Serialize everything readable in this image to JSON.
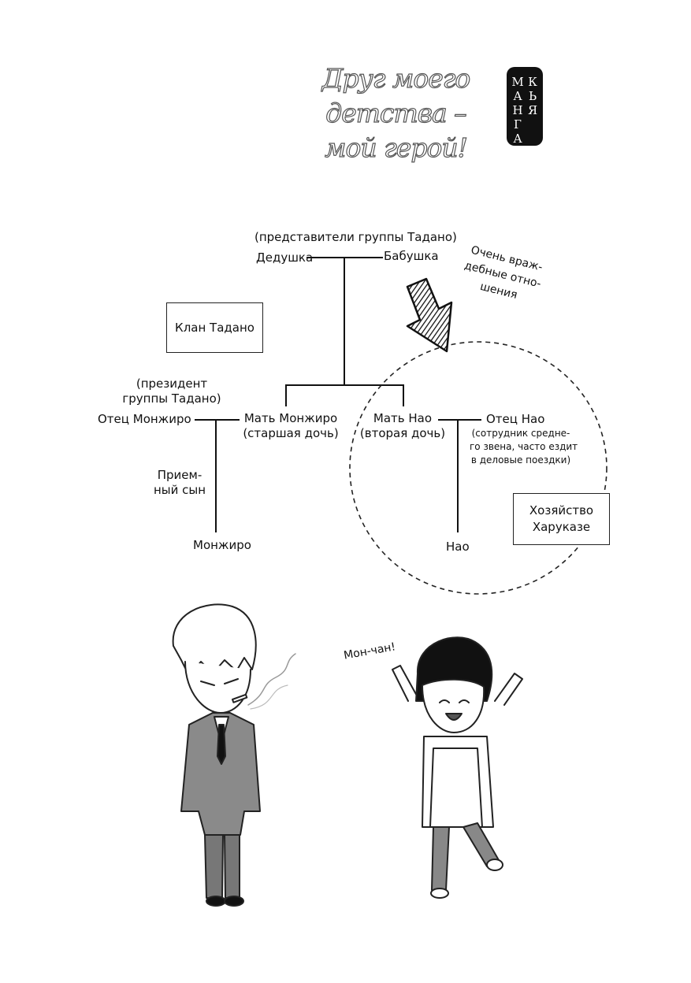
{
  "title": "Друг моего детства – мой герой!",
  "badge": {
    "left_col": [
      "М",
      "А",
      "Н",
      "Г",
      "А"
    ],
    "right_col": [
      "К",
      "Ь",
      "Я"
    ]
  },
  "tree": {
    "grandparents_caption": "(представители группы Тадано)",
    "grandfather": "Дедушка",
    "grandmother": "Бабушка",
    "clan_tadano": "Клан Тадано",
    "hostile_note": [
      "Очень враж-",
      "дебные отно-",
      "шения"
    ],
    "monjiro_father_caption": [
      "(президент",
      "группы Тадано)"
    ],
    "monjiro_father": "Отец Монжиро",
    "monjiro_mother": [
      "Мать Монжиро",
      "(старшая дочь)"
    ],
    "nao_mother": [
      "Мать Нао",
      "(вторая дочь)"
    ],
    "nao_father": "Отец Нао",
    "nao_father_note": [
      "(сотрудник средне-",
      "го звена, часто ездит",
      "в деловые поездки)"
    ],
    "adopted_label": [
      "Прием-",
      "ный сын"
    ],
    "monjiro": "Монжиро",
    "nao": "Нао",
    "harukaze_household": [
      "Хозяйство",
      "Харуказе"
    ]
  },
  "speech": "Мон-чан!",
  "icons": {
    "arrow": "hatched-arrow-icon",
    "characters": [
      "monjiro-chibi",
      "nao-chibi"
    ]
  }
}
